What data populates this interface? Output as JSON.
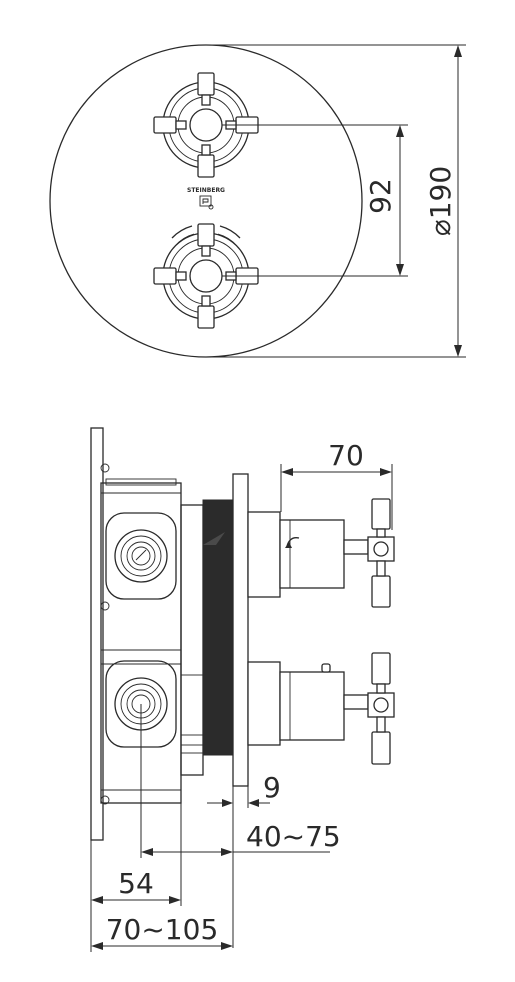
{
  "front_view": {
    "brand_label": "STEINBERG",
    "dim_spacing": "92",
    "dim_diameter": "⌀190"
  },
  "side_view": {
    "dim_projection": "70",
    "dim_plate": "9",
    "dim_depth_range": "40~75",
    "dim_axis": "54",
    "dim_total_range": "70~105"
  },
  "colors": {
    "line": "#2a2a2a",
    "dark_fill": "#2b2b2b"
  }
}
